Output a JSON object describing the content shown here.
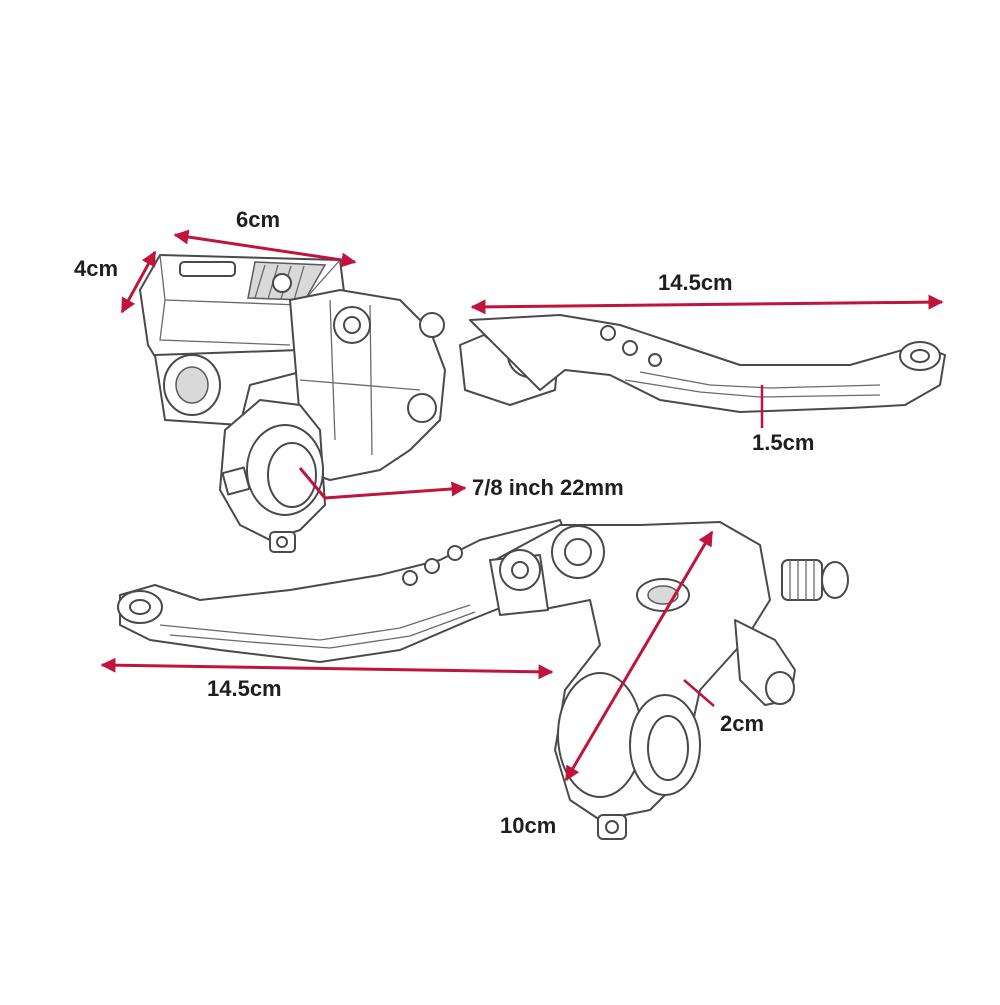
{
  "measure_color": "#c0143c",
  "line_color": "#4a4a4a",
  "labels": {
    "reservoir_width": "6cm",
    "reservoir_height": "4cm",
    "brake_lever_length": "14.5cm",
    "lever_width": "1.5cm",
    "bar_clamp_size": "7/8 inch 22mm",
    "clutch_lever_length": "14.5cm",
    "clutch_body_width": "2cm",
    "clutch_body_length": "10cm"
  }
}
